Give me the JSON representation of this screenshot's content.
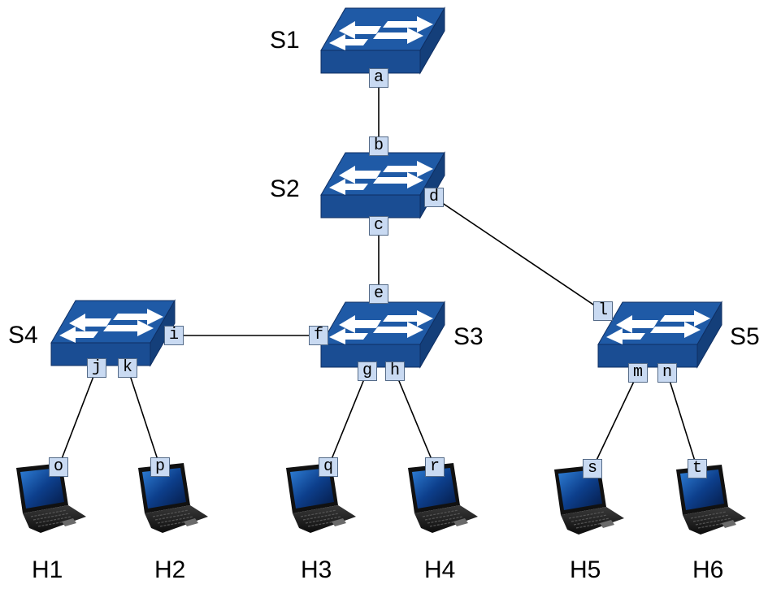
{
  "colors": {
    "switch_top": "#1f5aa6",
    "switch_front": "#1a4d93",
    "switch_side": "#143f7a",
    "port_fill": "#c9daf2",
    "link": "#000000"
  },
  "switches": [
    {
      "id": "S1",
      "label": "S1"
    },
    {
      "id": "S2",
      "label": "S2"
    },
    {
      "id": "S3",
      "label": "S3"
    },
    {
      "id": "S4",
      "label": "S4"
    },
    {
      "id": "S5",
      "label": "S5"
    }
  ],
  "hosts": [
    {
      "id": "H1",
      "label": "H1"
    },
    {
      "id": "H2",
      "label": "H2"
    },
    {
      "id": "H3",
      "label": "H3"
    },
    {
      "id": "H4",
      "label": "H4"
    },
    {
      "id": "H5",
      "label": "H5"
    },
    {
      "id": "H6",
      "label": "H6"
    }
  ],
  "ports": {
    "a": "a",
    "b": "b",
    "c": "c",
    "d": "d",
    "e": "e",
    "f": "f",
    "g": "g",
    "h": "h",
    "i": "i",
    "j": "j",
    "k": "k",
    "l": "l",
    "m": "m",
    "n": "n",
    "o": "o",
    "p": "p",
    "q": "q",
    "r": "r",
    "s": "s",
    "t": "t"
  },
  "links": [
    [
      "a",
      "b"
    ],
    [
      "c",
      "e"
    ],
    [
      "d",
      "l"
    ],
    [
      "i",
      "f"
    ],
    [
      "j",
      "o"
    ],
    [
      "k",
      "p"
    ],
    [
      "g",
      "q"
    ],
    [
      "h",
      "r"
    ],
    [
      "m",
      "s"
    ],
    [
      "n",
      "t"
    ]
  ]
}
